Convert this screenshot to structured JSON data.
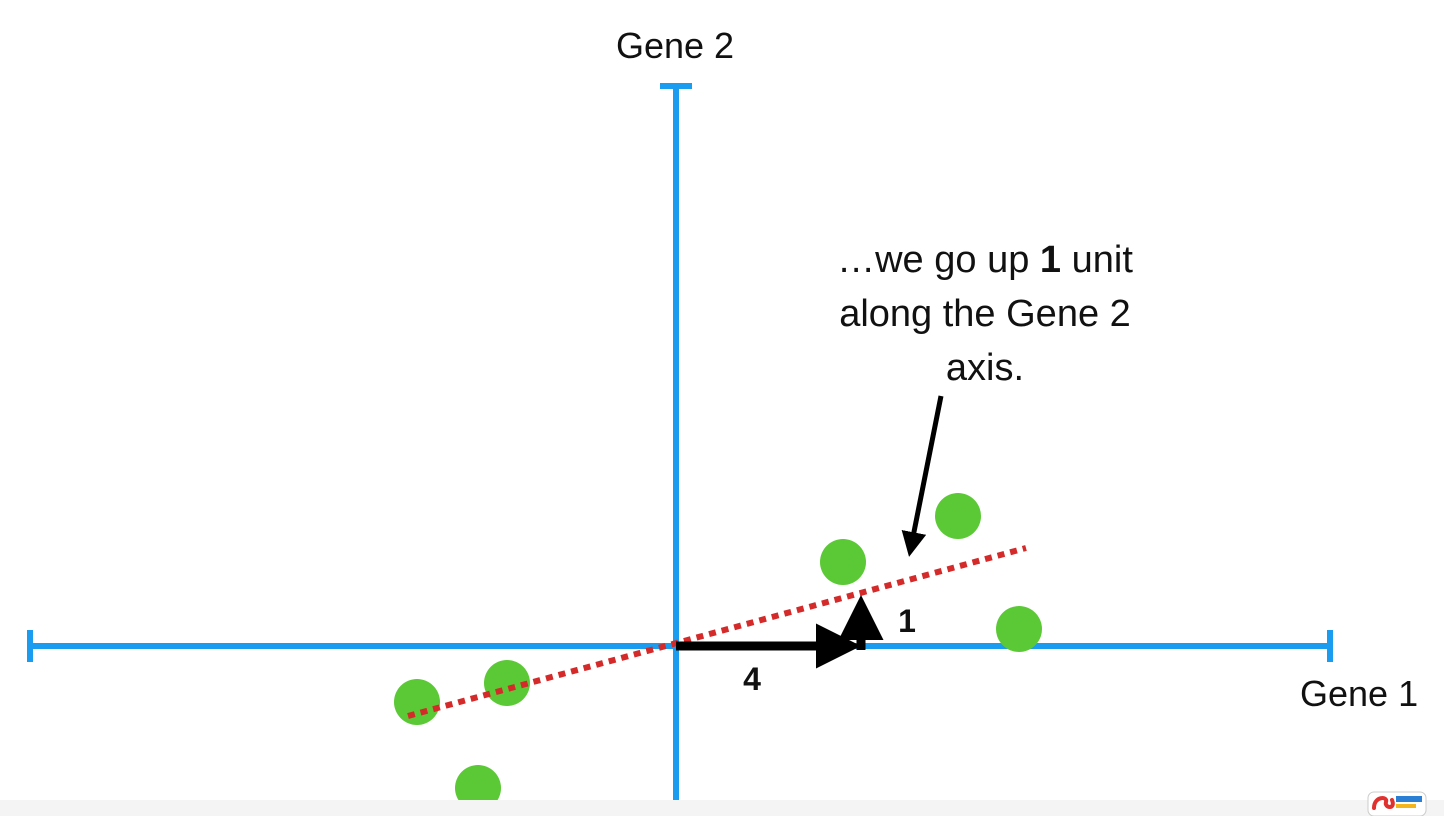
{
  "axes": {
    "x_label": "Gene 1",
    "y_label": "Gene 2"
  },
  "steps": {
    "run_label": "4",
    "rise_label": "1"
  },
  "note": {
    "line1_prefix": "…we go up ",
    "line1_bold": "1",
    "line1_suffix": " unit",
    "line2": "along the Gene 2",
    "line3": "axis."
  },
  "colors": {
    "axis": "#1a9cf0",
    "points": "#5bc936",
    "fit_line": "#d42a2a",
    "arrows": "#000000"
  },
  "icons": {
    "channel_logo": "statquest-logo-icon"
  }
}
